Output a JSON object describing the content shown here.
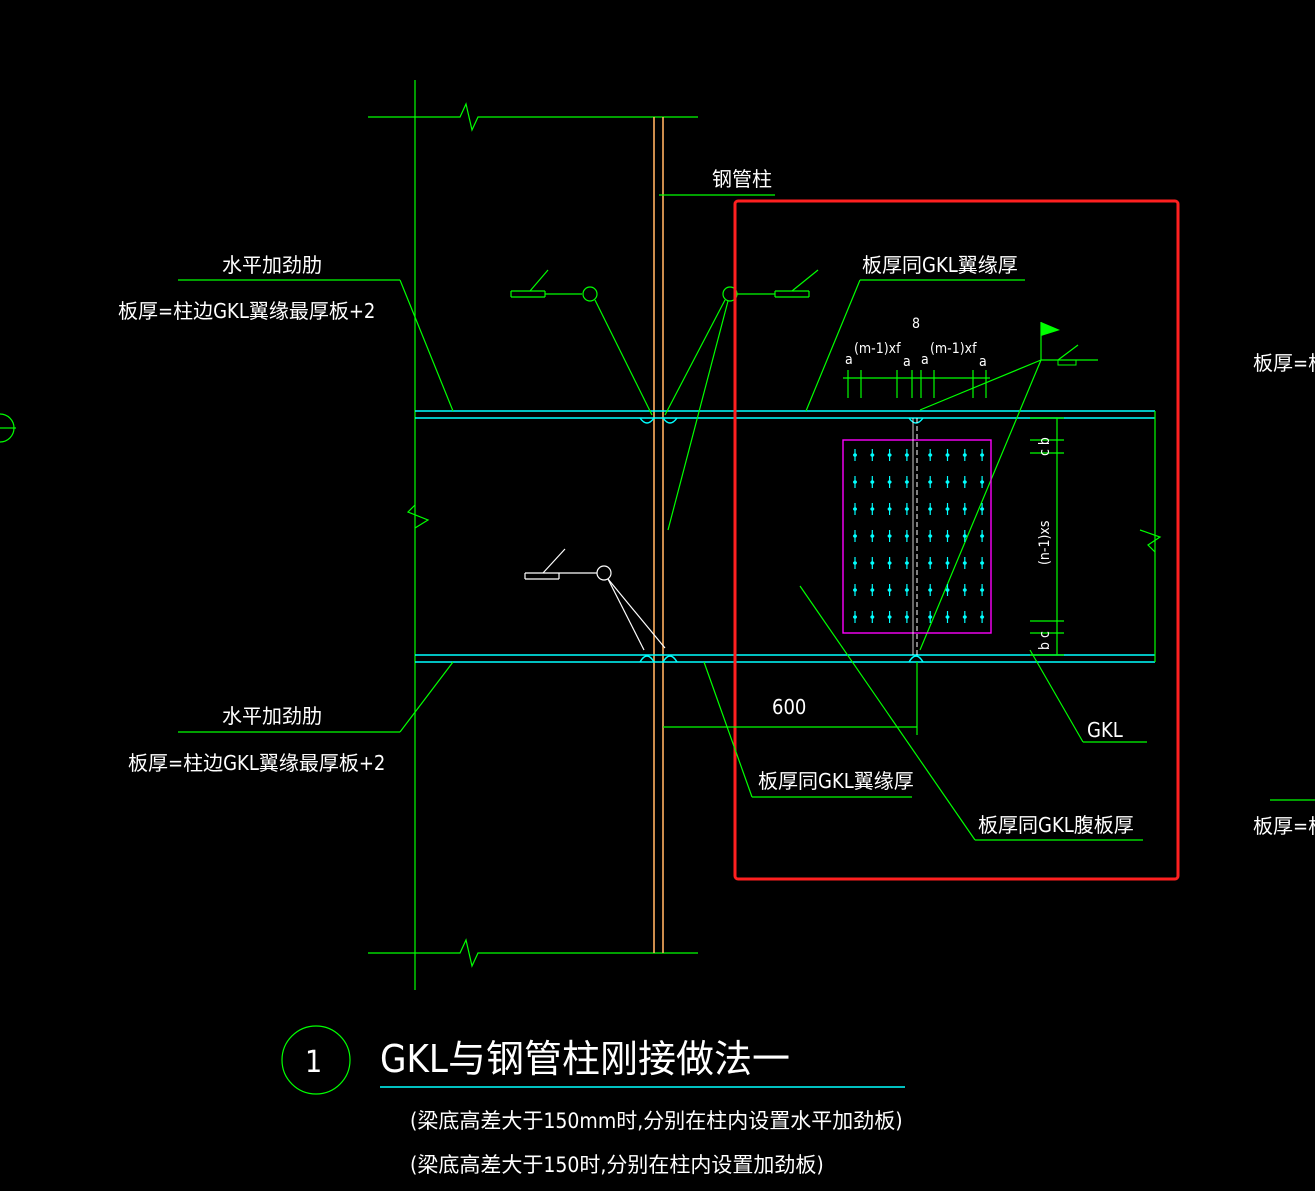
{
  "labels": {
    "steel_pipe_column": "钢管柱",
    "stiffener_top_title": "水平加劲肋",
    "stiffener_top_thickness": "板厚=柱边GKL翼缘最厚板+2",
    "stiffener_bottom_title": "水平加劲肋",
    "stiffener_bottom_thickness": "板厚=柱边GKL翼缘最厚板+2",
    "plate_same_flange_top": "板厚同GKL翼缘厚",
    "plate_same_flange_bottom": "板厚同GKL翼缘厚",
    "plate_same_web": "板厚同GKL腹板厚",
    "gkl": "GKL",
    "dim_600": "600",
    "dim_8": "8",
    "dim_a1": "a",
    "dim_mf1": "(m-1)xf",
    "dim_a2": "a",
    "dim_a3": "a",
    "dim_mf2": "(m-1)xf",
    "dim_a4": "a",
    "dim_cb_top": "c b",
    "dim_ns": "(n-1)xs",
    "dim_bc_bottom": "b c",
    "right_cut_1": "板厚=柱",
    "right_cut_2": "板厚=柱"
  },
  "title": {
    "number": "1",
    "text": "GKL与钢管柱刚接做法一",
    "note_1": "(梁底高差大于150mm时,分别在柱内设置水平加劲板)",
    "note_2": "(梁底高差大于150时,分别在柱内设置加劲板)"
  },
  "colors": {
    "background": "#000000",
    "line_green": "#00ff00",
    "line_cyan": "#00ffff",
    "column_orange": "#ffb060",
    "bolt_plate_magenta": "#ff00ff",
    "highlight_red": "#ff2020",
    "text_white": "#ffffff"
  },
  "bolt_grid": {
    "rows": 7,
    "columns": 8
  }
}
